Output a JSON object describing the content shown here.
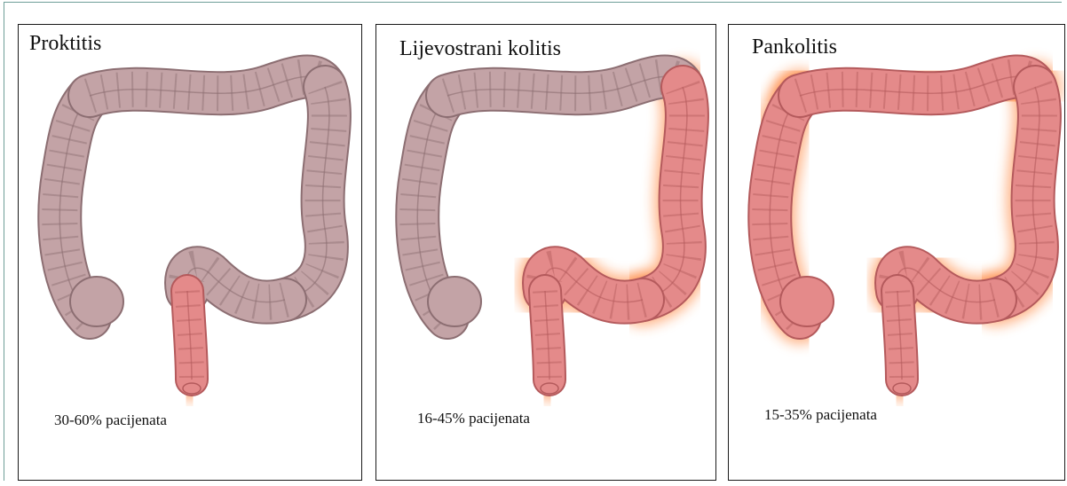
{
  "panels": [
    {
      "title": "Proktitis",
      "stat": "30-60% pacijenata",
      "inflamed": "rectum"
    },
    {
      "title": "Lijevostrani kolitis",
      "stat": "16-45% pacijenata",
      "inflamed": "left-colon"
    },
    {
      "title": "Pankolitis",
      "stat": "15-35% pacijenata",
      "inflamed": "whole-colon"
    }
  ],
  "colors": {
    "healthy": "#c3a3a6",
    "healthy_dark": "#8c6e72",
    "inflamed": "#e48a8a",
    "inflamed_dark": "#b45a5c",
    "glow": "#ff7a2a",
    "panel_border": "#1a1a1a",
    "frame_border": "#6e9e98"
  }
}
